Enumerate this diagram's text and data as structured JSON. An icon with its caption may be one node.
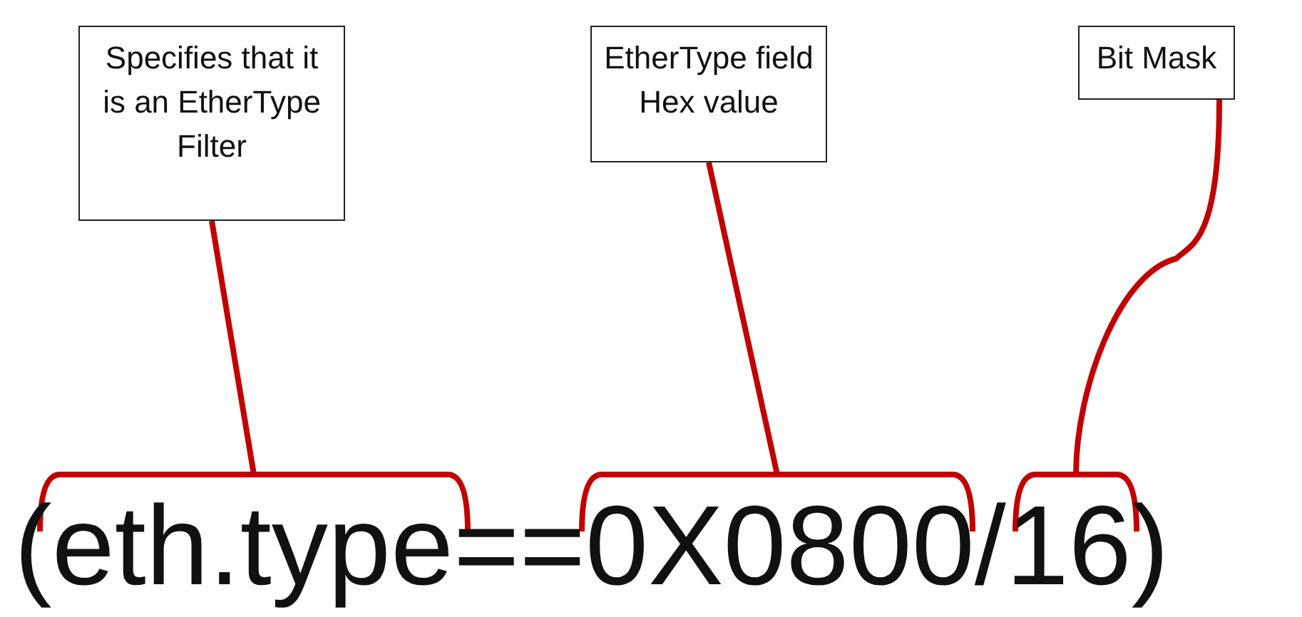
{
  "diagram": {
    "nodes": [
      {
        "text": [
          "Specifies that it is an EtherType Filter"
        ]
      },
      {
        "text": [
          "EtherType field Hex value"
        ]
      },
      {
        "text": [
          "Bit Mask"
        ]
      },
      {
        "text": [],
        "shape": "bracket"
      },
      {
        "text": [],
        "shape": "bracket"
      },
      {
        "text": [],
        "shape": "bracket"
      }
    ],
    "edges": [
      {
        "from": 0,
        "to": 3,
        "arrow": "none",
        "color": "#c00000"
      },
      {
        "from": 1,
        "to": 4,
        "arrow": "none",
        "color": "#c00000"
      },
      {
        "from": 2,
        "to": 5,
        "arrow": "none",
        "color": "#c00000"
      }
    ],
    "labels": [
      "(eth.type==0X0800/16)"
    ]
  }
}
